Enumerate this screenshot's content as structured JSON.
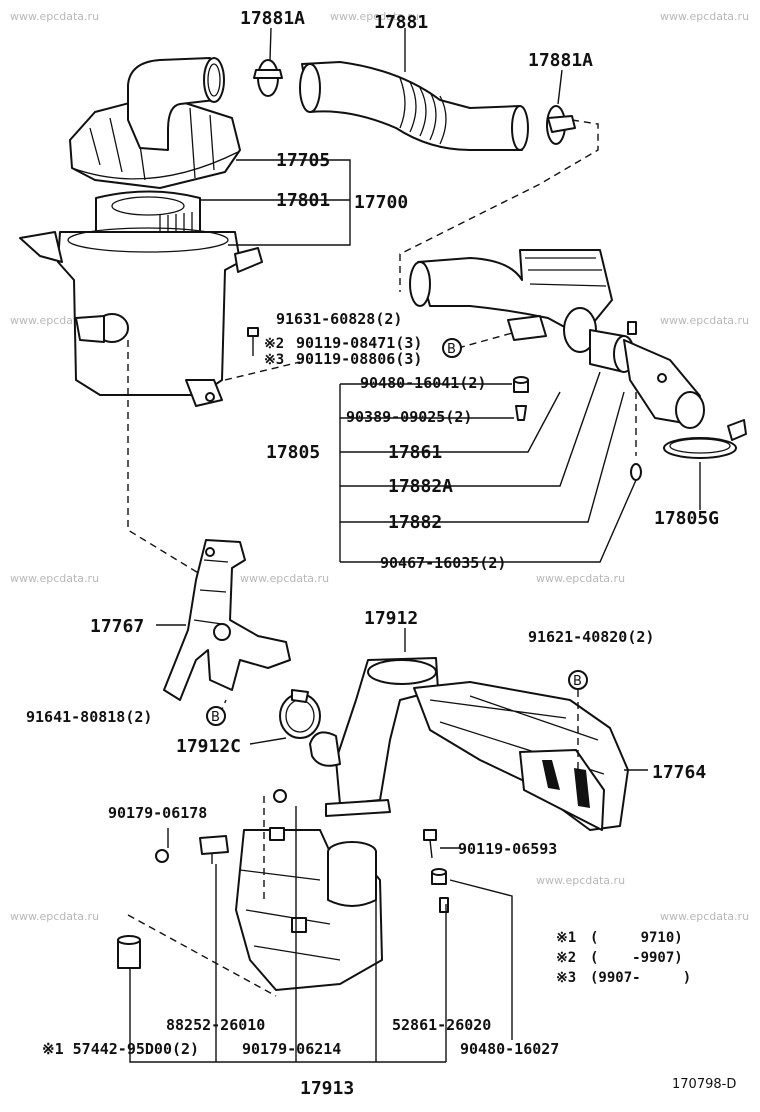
{
  "watermark": "www.epcdata.ru",
  "diagram_code": "170798-D",
  "parts": {
    "p17881A_top": "17881A",
    "p17881": "17881",
    "p17881A_right": "17881A",
    "p17705": "17705",
    "p17801": "17801",
    "p17700": "17700",
    "p91631": "91631-60828(2)",
    "p90119_08471": "90119-08471(3)",
    "p90119_08806": "90119-08806(3)",
    "mark2": "※2",
    "mark3": "※3",
    "p90480_16041": "90480-16041(2)",
    "p90389": "90389-09025(2)",
    "p17805": "17805",
    "p17861": "17861",
    "p17882A": "17882A",
    "p17882": "17882",
    "p17805G": "17805G",
    "p90467": "90467-16035(2)",
    "p17767": "17767",
    "p17912": "17912",
    "p91621": "91621-40820(2)",
    "p91641": "91641-80818(2)",
    "p17912C": "17912C",
    "p17764": "17764",
    "p90179_06178": "90179-06178",
    "p90119_06593": "90119-06593",
    "p88252": "88252-26010",
    "p52861": "52861-26020",
    "p57442": "※1 57442-95D00(2)",
    "p90179_06214": "90179-06214",
    "p90480_16027": "90480-16027",
    "p17913": "17913",
    "ref_B": "B"
  },
  "notes": [
    {
      "mark": "※1",
      "range": "(     9710)"
    },
    {
      "mark": "※2",
      "range": "(    -9907)"
    },
    {
      "mark": "※3",
      "range": "(9907-     )"
    }
  ]
}
